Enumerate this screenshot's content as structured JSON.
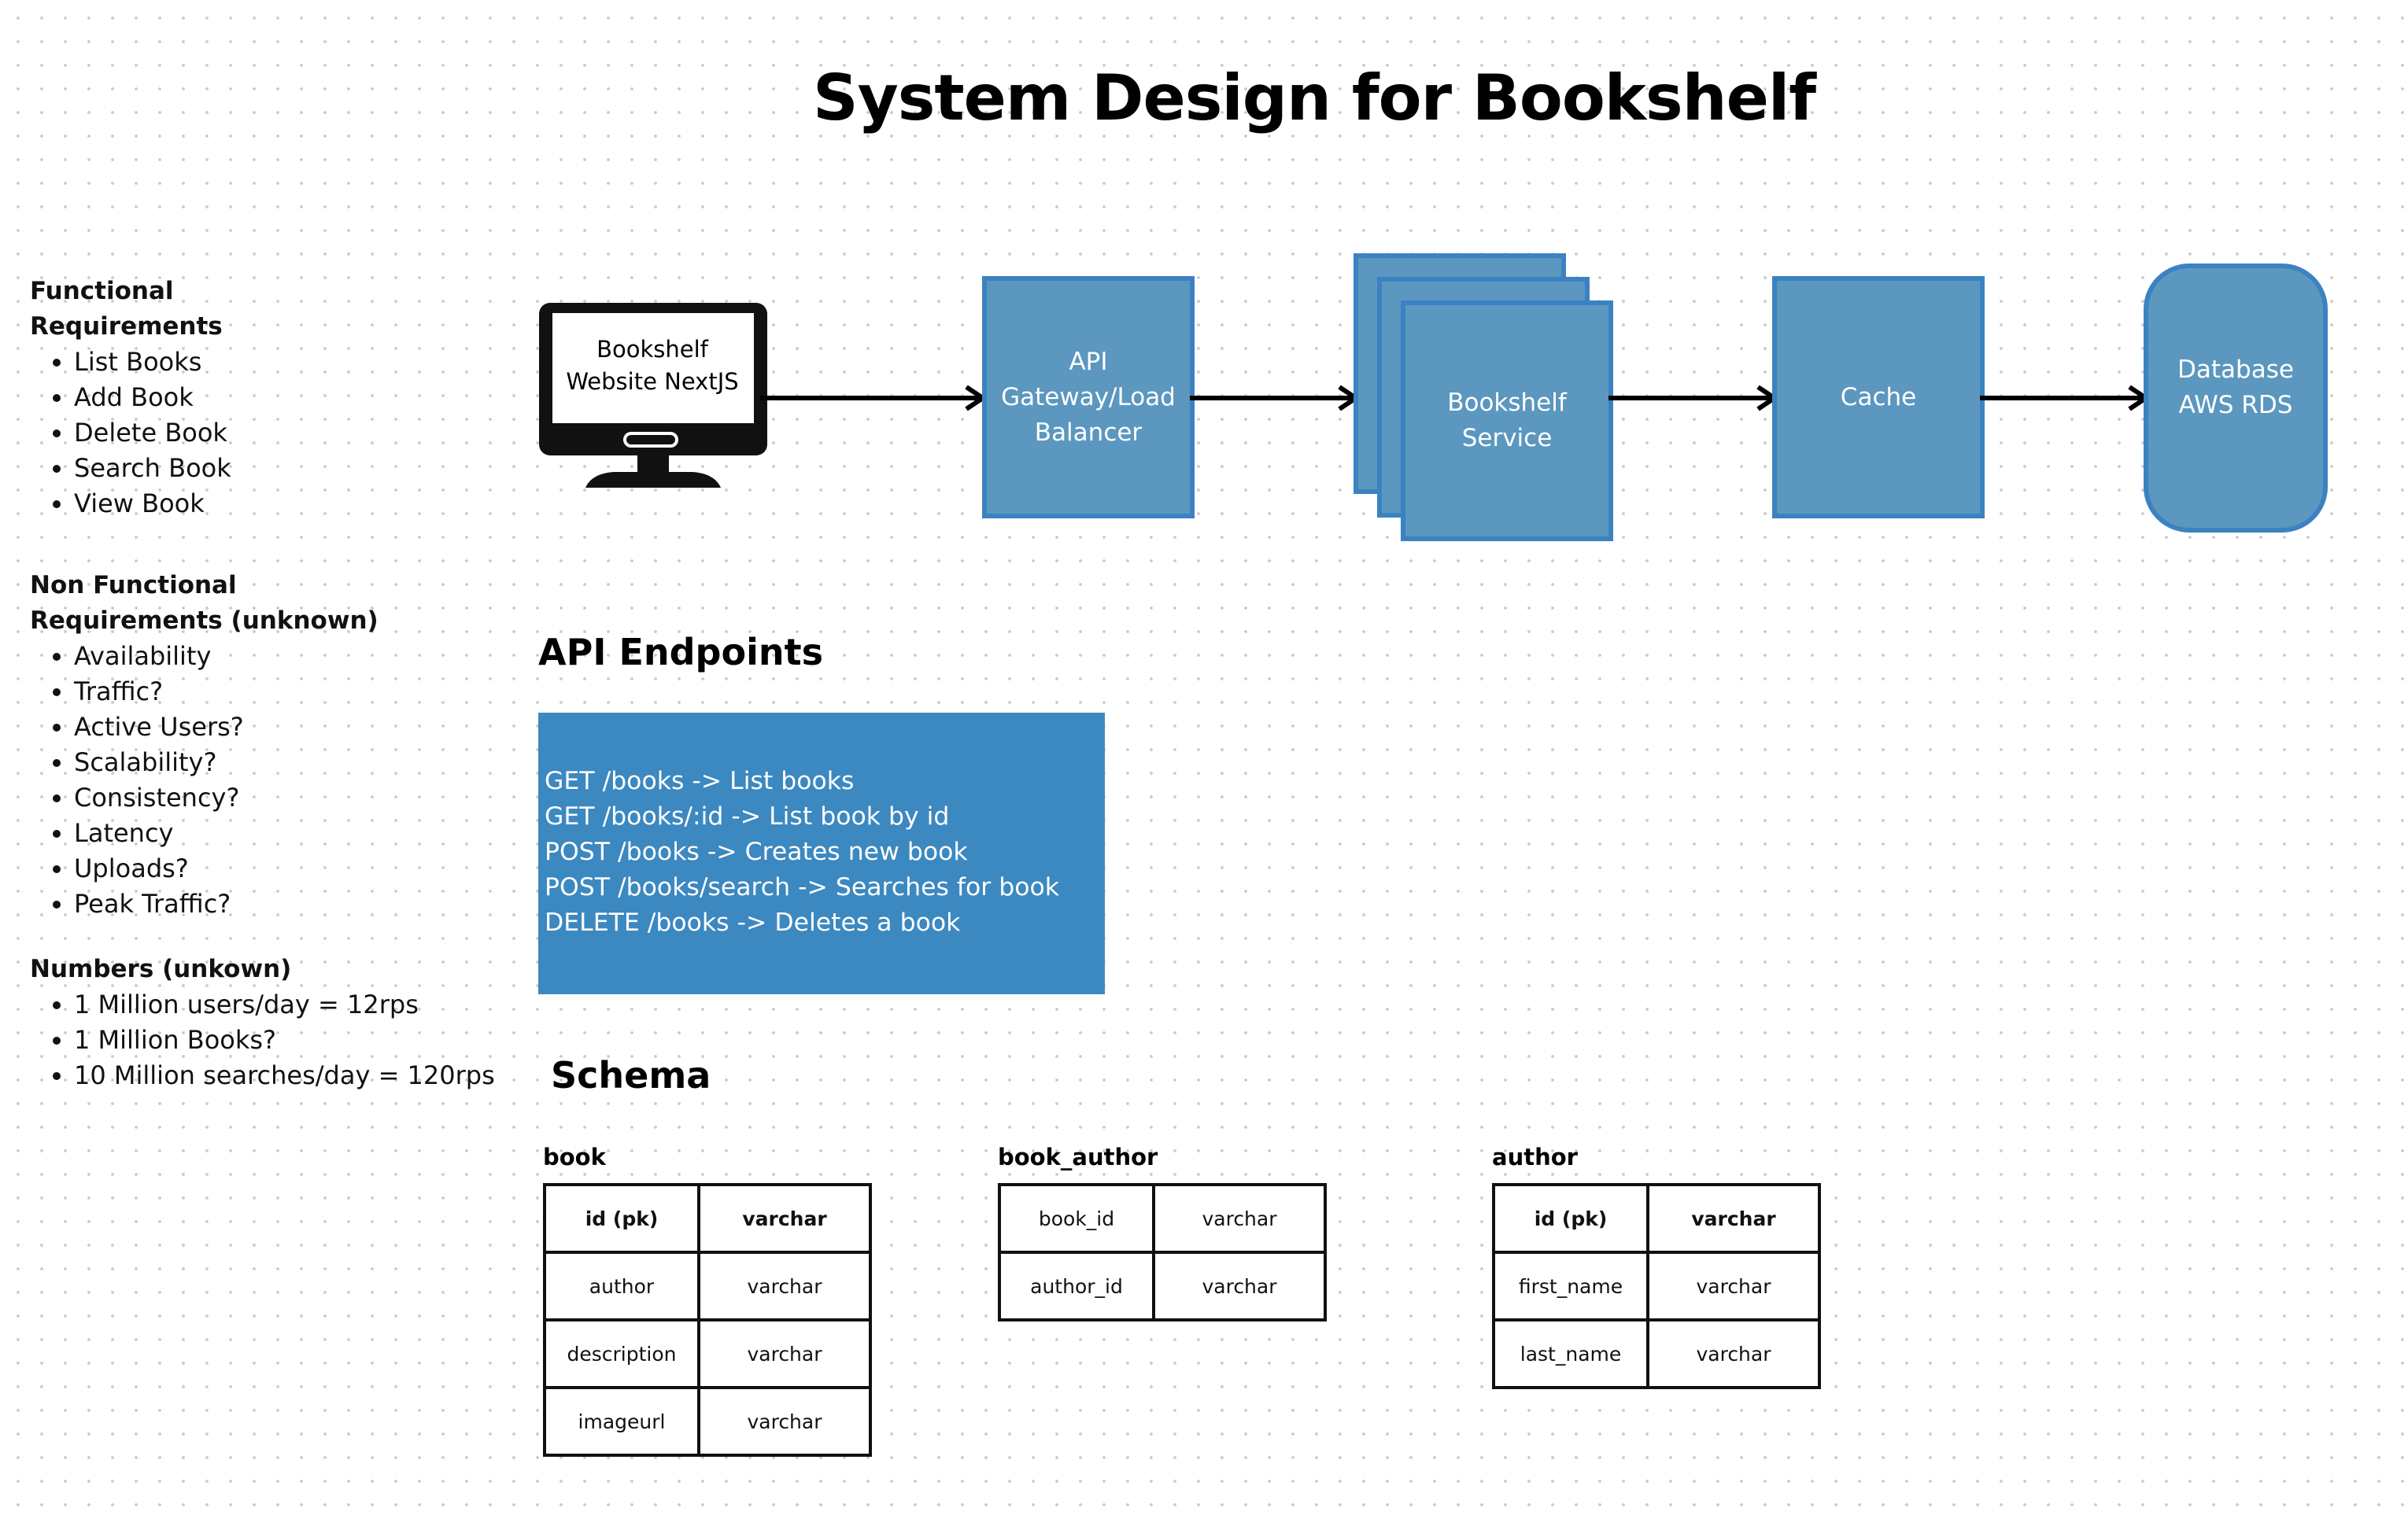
{
  "title": "System Design for Bookshelf",
  "functional": {
    "heading": "Functional\nRequirements",
    "items": [
      "List Books",
      "Add Book",
      "Delete Book",
      "Search Book",
      "View Book"
    ]
  },
  "non_functional": {
    "heading": "Non Functional\nRequirements (unknown)",
    "items": [
      "Availability",
      "Traffic?",
      "Active Users?",
      "Scalability?",
      "Consistency?",
      "Latency",
      "Uploads?",
      "Peak Traffic?"
    ]
  },
  "numbers": {
    "heading": "Numbers (unkown)",
    "items": [
      "1 Million users/day = 12rps",
      "1 Million Books?",
      "10 Million searches/day = 120rps"
    ]
  },
  "architecture": {
    "website": "Bookshelf\nWebsite NextJS",
    "gateway": "API\nGateway/Load\nBalancer",
    "service": "Bookshelf\nService",
    "cache": "Cache",
    "database": "Database\nAWS RDS"
  },
  "api": {
    "heading": "API Endpoints",
    "endpoints": [
      "GET /books -> List books",
      "GET /books/:id -> List book by id",
      "POST /books -> Creates new book",
      "POST /books/search -> Searches for book",
      "DELETE /books -> Deletes a book"
    ]
  },
  "schema": {
    "heading": "Schema",
    "tables": [
      {
        "name": "book",
        "rows": [
          [
            "id (pk)",
            "varchar"
          ],
          [
            "author",
            "varchar"
          ],
          [
            "description",
            "varchar"
          ],
          [
            "imageurl",
            "varchar"
          ]
        ]
      },
      {
        "name": "book_author",
        "rows": [
          [
            "book_id",
            "varchar"
          ],
          [
            "author_id",
            "varchar"
          ]
        ]
      },
      {
        "name": "author",
        "rows": [
          [
            "id (pk)",
            "varchar"
          ],
          [
            "first_name",
            "varchar"
          ],
          [
            "last_name",
            "varchar"
          ]
        ]
      }
    ]
  },
  "colors": {
    "box_fill": "#5b97bf",
    "box_border": "#3b82c2",
    "api_box_fill": "#3c88c0"
  }
}
